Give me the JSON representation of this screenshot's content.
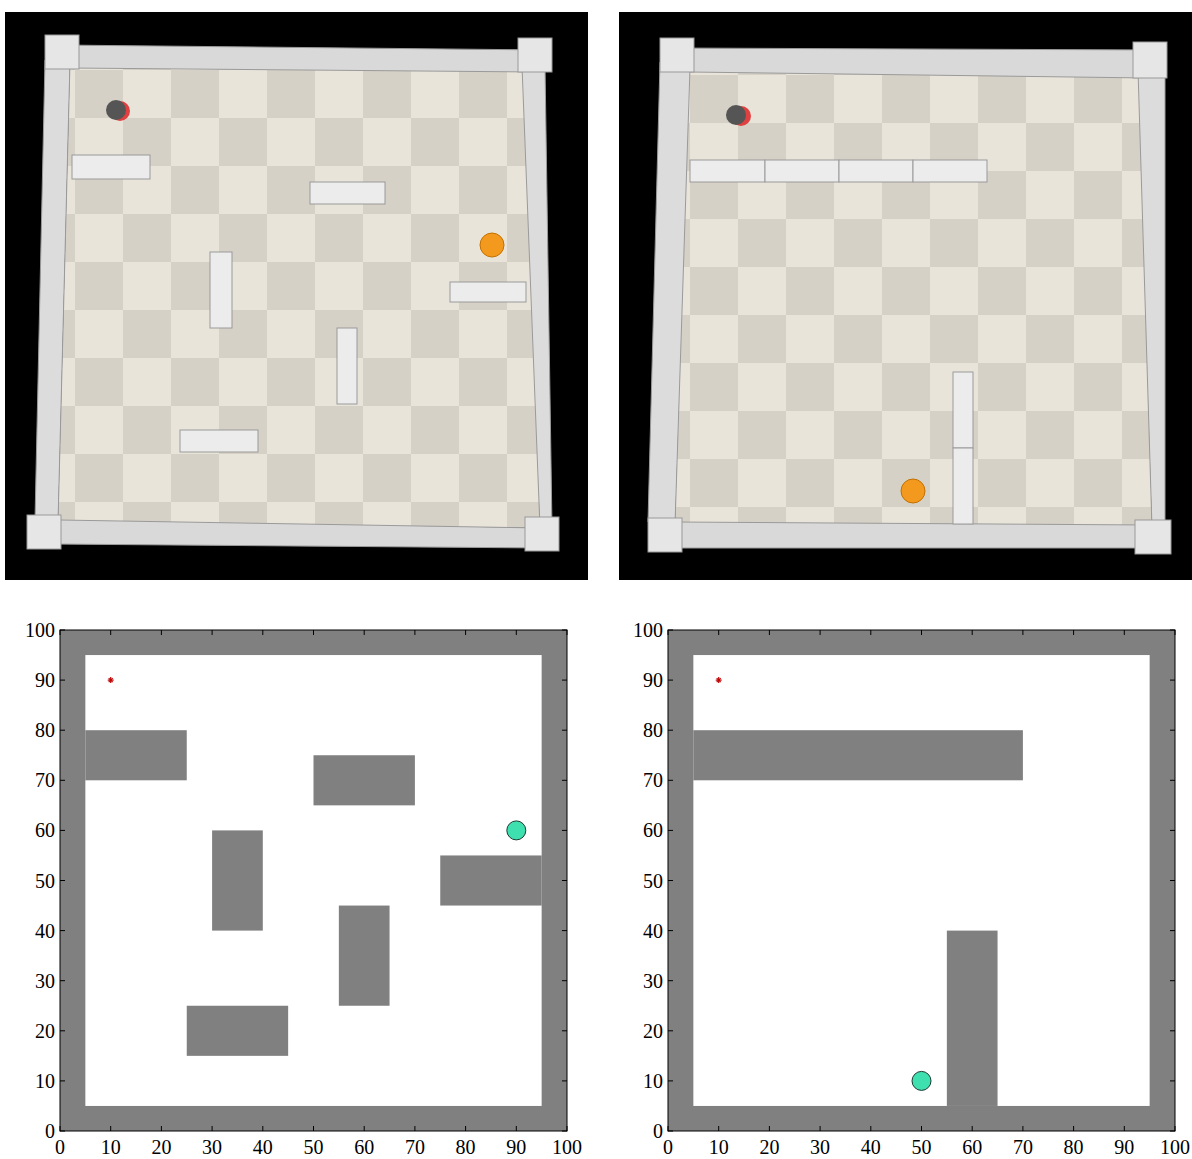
{
  "diagram": {
    "labels": [
      "0",
      "10",
      "20",
      "30",
      "40",
      "50",
      "60",
      "70",
      "80",
      "90",
      "100",
      "0",
      "10",
      "20",
      "30",
      "40",
      "50",
      "60",
      "70",
      "80",
      "90",
      "100",
      "0",
      "10",
      "20",
      "30",
      "40",
      "50",
      "60",
      "70",
      "80",
      "90",
      "100",
      "0",
      "10",
      "20",
      "30",
      "40",
      "50",
      "60",
      "70",
      "80",
      "90",
      "100"
    ]
  }
}
